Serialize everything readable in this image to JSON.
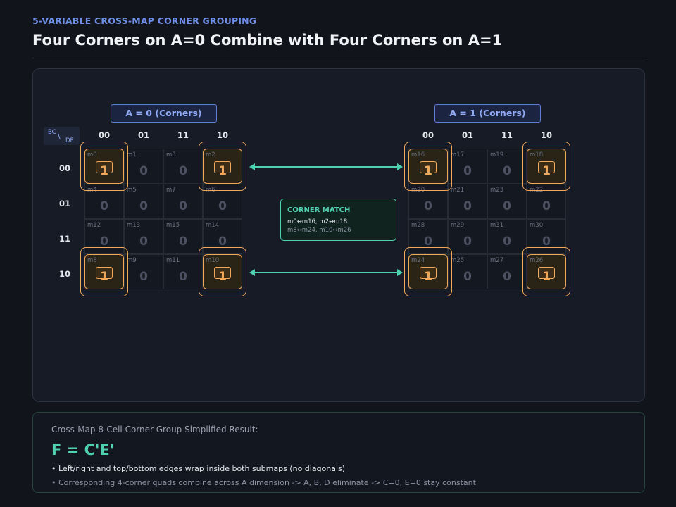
{
  "header": {
    "subtitle": "5-VARIABLE CROSS-MAP CORNER GROUPING",
    "title": "Four Corners on A=0 Combine with Four Corners on A=1"
  },
  "kmap": {
    "axis_rows": "BC",
    "axis_cols": "DE",
    "col_labels": [
      "00",
      "01",
      "11",
      "10"
    ],
    "row_labels": [
      "00",
      "01",
      "11",
      "10"
    ],
    "maps": [
      {
        "header": "A = 0 (Corners)",
        "cells": [
          {
            "m": "m0",
            "v": "1"
          },
          {
            "m": "m1",
            "v": "0"
          },
          {
            "m": "m3",
            "v": "0"
          },
          {
            "m": "m2",
            "v": "1"
          },
          {
            "m": "m4",
            "v": "0"
          },
          {
            "m": "m5",
            "v": "0"
          },
          {
            "m": "m7",
            "v": "0"
          },
          {
            "m": "m6",
            "v": "0"
          },
          {
            "m": "m12",
            "v": "0"
          },
          {
            "m": "m13",
            "v": "0"
          },
          {
            "m": "m15",
            "v": "0"
          },
          {
            "m": "m14",
            "v": "0"
          },
          {
            "m": "m8",
            "v": "1"
          },
          {
            "m": "m9",
            "v": "0"
          },
          {
            "m": "m11",
            "v": "0"
          },
          {
            "m": "m10",
            "v": "1"
          }
        ]
      },
      {
        "header": "A = 1 (Corners)",
        "cells": [
          {
            "m": "m16",
            "v": "1"
          },
          {
            "m": "m17",
            "v": "0"
          },
          {
            "m": "m19",
            "v": "0"
          },
          {
            "m": "m18",
            "v": "1"
          },
          {
            "m": "m20",
            "v": "0"
          },
          {
            "m": "m21",
            "v": "0"
          },
          {
            "m": "m23",
            "v": "0"
          },
          {
            "m": "m22",
            "v": "0"
          },
          {
            "m": "m28",
            "v": "0"
          },
          {
            "m": "m29",
            "v": "0"
          },
          {
            "m": "m31",
            "v": "0"
          },
          {
            "m": "m30",
            "v": "0"
          },
          {
            "m": "m24",
            "v": "1"
          },
          {
            "m": "m25",
            "v": "0"
          },
          {
            "m": "m27",
            "v": "0"
          },
          {
            "m": "m26",
            "v": "1"
          }
        ]
      }
    ]
  },
  "match": {
    "heading": "CORNER MATCH",
    "line1": "m0↔m16, m2↔m18",
    "line2": "m8↔m24, m10↔m26"
  },
  "result": {
    "heading": "Cross-Map 8-Cell Corner Group Simplified Result:",
    "equation": "F = C'E'",
    "note1": "• Left/right and top/bottom edges wrap inside both submaps (no diagonals)",
    "note2": "• Corresponding 4-corner quads combine across A dimension -> A, B, D eliminate -> C=0, E=0 stay constant"
  },
  "colors": {
    "accent": "#6f8fe6",
    "highlight": "#f1a85a",
    "match": "#4fd1b0"
  }
}
